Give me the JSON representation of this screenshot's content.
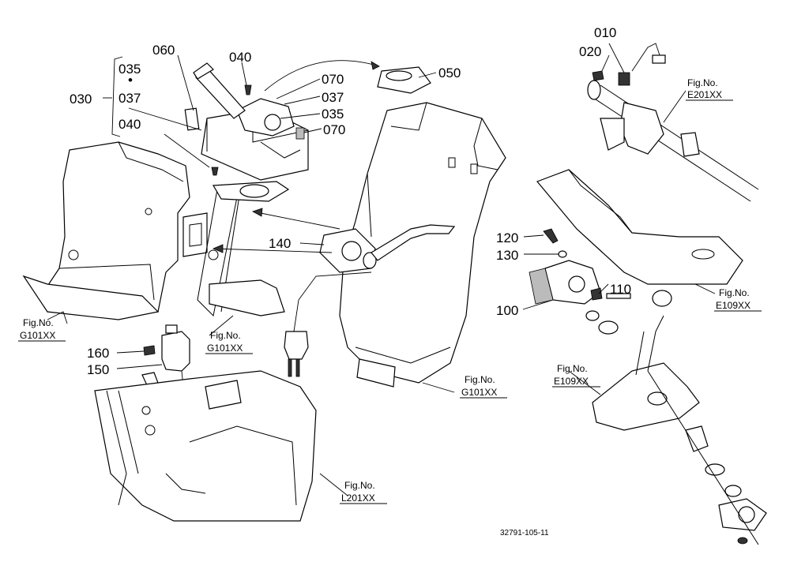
{
  "drawing_code": "32791-105-11",
  "callouts": {
    "c010": "010",
    "c020": "020",
    "c030": "030",
    "c035a": "035",
    "c035dot": "•",
    "c037a": "037",
    "c040a": "040",
    "c040b": "040",
    "c050": "050",
    "c060": "060",
    "c070a": "070",
    "c037b": "037",
    "c035b": "035",
    "c070b": "070",
    "c100": "100",
    "c110": "110",
    "c120": "120",
    "c130": "130",
    "c140": "140",
    "c150": "150",
    "c160": "160"
  },
  "fig_refs": {
    "label": "Fig.No.",
    "e201": "E201XX",
    "e109a": "E109XX",
    "e109b": "E109XX",
    "g101a": "G101XX",
    "g101b": "G101XX",
    "g101c": "G101XX",
    "l201": "L201XX"
  }
}
